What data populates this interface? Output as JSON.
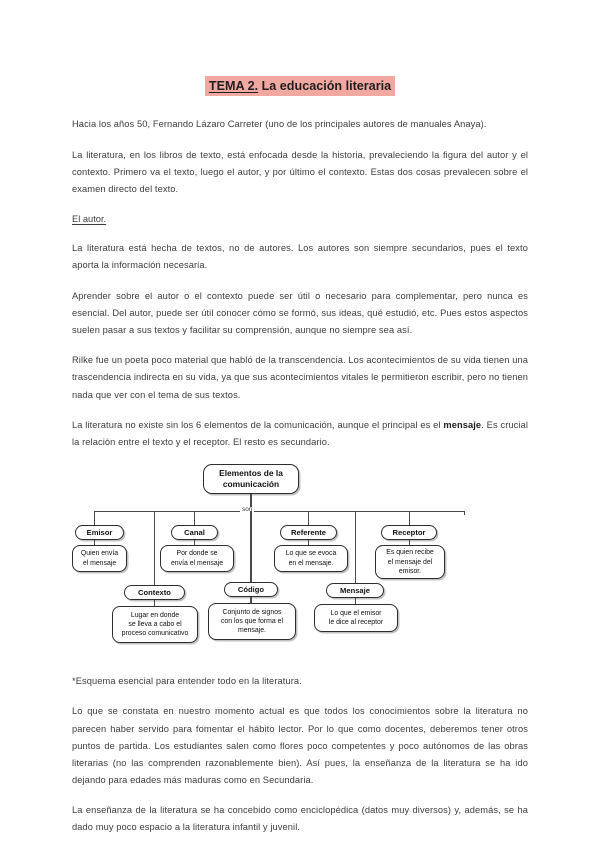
{
  "document": {
    "title_underlined": "TEMA 2.",
    "title_rest": " La educación literaria",
    "title_highlight_color": "#f0a8a0",
    "green_text_color": "#8cbf8c"
  },
  "paragraphs": {
    "p1": "Hacia los años 50, Fernando Lázaro Carreter (uno de los principales autores de manuales Anaya).",
    "p2": "La literatura, en los libros de texto, está enfocada desde la historia, prevaleciendo la figura del autor y el contexto. Primero va el texto, luego el autor, y por último el contexto. Estas dos cosas prevalecen sobre el examen directo del texto.",
    "subhead_author": "El autor.",
    "p3": "La literatura está hecha de textos, no de autores. Los autores son siempre secundarios, pues el texto aporta la información necesaria.",
    "p4": "Aprender sobre el autor o el contexto puede ser útil o necesario para complementar, pero nunca es esencial. Del autor, puede ser útil conocer cómo se formó, sus ideas, qué estudió, etc. Pues estos aspectos suelen pasar a sus textos y facilitar su comprensión, aunque no siempre sea así.",
    "p5_green": "Rilke fue un poeta poco material que habló de la transcendencia. Los acontecimientos de su vida tienen una trascendencia indirecta en su vida, ya que sus acontecimientos vitales le permitieron escribir, pero no tienen nada que ver con el tema de sus textos.",
    "p6_a": "La literatura no existe sin los 6 elementos de la comunicación, aunque el principal es el ",
    "p6_bold": "mensaje",
    "p6_b": ". Es crucial la relación entre el texto y el receptor. El resto es secundario.",
    "p7_note": "*Esquema esencial para entender todo en la literatura.",
    "p8": "Lo que se constata en nuestro momento actual es que todos los conocimientos sobre la literatura no parecen haber servido para fomentar el hábito lector. Por lo que como docentes, deberemos tener otros puntos de partida. Los estudiantes salen como flores poco competentes y poco autónomos de las obras literarias (no las comprenden razonablemente bien). Así pues, la enseñanza de la literatura se ha ido dejando para edades más maduras como en Secundaria.",
    "p9": "La enseñanza de la literatura se ha concebido como enciclopédica (datos muy diversos) y, además, se ha dado muy poco espacio a la literatura infantil y juvenil."
  },
  "diagram": {
    "root": "Elementos de la\ncomunicación",
    "connector_label": "son",
    "nodes": {
      "emisor": {
        "label": "Emisor",
        "desc": "Quien envía\nel mensaje"
      },
      "canal": {
        "label": "Canal",
        "desc": "Por donde se\nenvía el mensaje"
      },
      "referente": {
        "label": "Referente",
        "desc": "Lo que se evoca\nen el mensaje."
      },
      "receptor": {
        "label": "Receptor",
        "desc": "Es quien recibe\nel mensaje del\nemisor."
      },
      "contexto": {
        "label": "Contexto",
        "desc": "Lugar en donde\nse lleva a cabo el\nproceso comunicativo"
      },
      "codigo": {
        "label": "Código",
        "desc": "Conjunto de signos\ncon los que forma el\nmensaje."
      },
      "mensaje": {
        "label": "Mensaje",
        "desc": "Lo que el emisor\nle dice al receptor"
      }
    }
  }
}
